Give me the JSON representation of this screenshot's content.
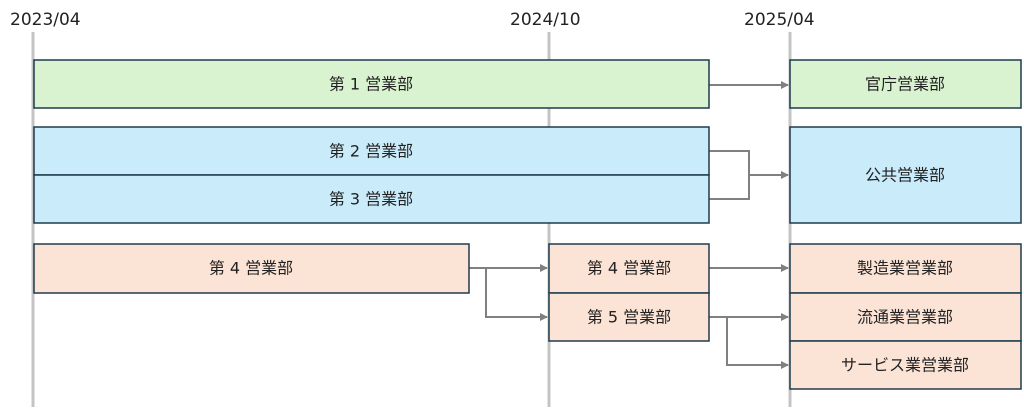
{
  "timeline": {
    "dates": [
      "2023/04",
      "2024/10",
      "2025/04"
    ]
  },
  "colors": {
    "green": "#d9f2d0",
    "blue": "#c9ebfa",
    "peach": "#fbe3d6",
    "border": "#1f3b4d"
  },
  "departments": {
    "dept1": "第 1 営業部",
    "dept2": "第 2 営業部",
    "dept3": "第 3 営業部",
    "dept4_old": "第 4 営業部",
    "dept4_new": "第 4 営業部",
    "dept5": "第 5 営業部",
    "government": "官庁営業部",
    "public": "公共営業部",
    "manufacturing": "製造業営業部",
    "distribution": "流通業営業部",
    "service": "サービス業営業部"
  }
}
